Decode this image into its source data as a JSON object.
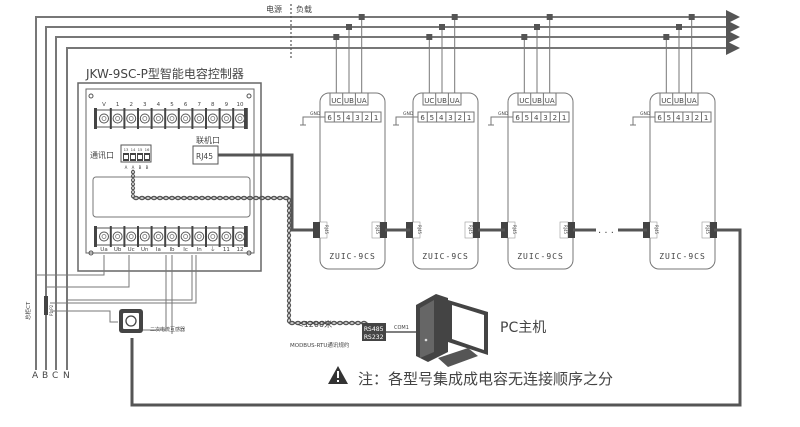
{
  "header": {
    "source_label": "电源",
    "load_label": "负载"
  },
  "controller": {
    "title": "JKW-9SC-P型智能电容控制器",
    "top_terminals": [
      "V",
      "1",
      "2",
      "3",
      "4",
      "5",
      "6",
      "7",
      "8",
      "9",
      "10"
    ],
    "bottom_terminals": [
      "Ua",
      "Ub",
      "Uc",
      "Un",
      "Ia",
      "Ib",
      "Ic",
      "In",
      "⏚",
      "11",
      "12"
    ],
    "comm_port_label": "通讯口",
    "comm_pins": [
      "13",
      "14",
      "15",
      "16"
    ],
    "comm_pin_letters": [
      "A",
      "A",
      "B",
      "B"
    ],
    "link_port_label": "联机口",
    "rj45_label": "RJ45"
  },
  "modules": [
    {
      "name": "ZUIC-9CS",
      "phase_labels": [
        "UC",
        "UB",
        "UA"
      ],
      "pins": [
        "6",
        "5",
        "4",
        "3",
        "2",
        "1"
      ],
      "gnd": "GND",
      "rj45_left": "RJ45",
      "rj45_right": "RJ45"
    },
    {
      "name": "ZUIC-9CS",
      "phase_labels": [
        "UC",
        "UB",
        "UA"
      ],
      "pins": [
        "6",
        "5",
        "4",
        "3",
        "2",
        "1"
      ],
      "gnd": "GND",
      "rj45_left": "RJ45",
      "rj45_right": "RJ45"
    },
    {
      "name": "ZUIC-9CS",
      "phase_labels": [
        "UC",
        "UB",
        "UA"
      ],
      "pins": [
        "6",
        "5",
        "4",
        "3",
        "2",
        "1"
      ],
      "gnd": "GND",
      "rj45_left": "RJ45",
      "rj45_right": "RJ45"
    },
    {
      "name": "ZUIC-9CS",
      "phase_labels": [
        "UC",
        "UB",
        "UA"
      ],
      "pins": [
        "6",
        "5",
        "4",
        "3",
        "2",
        "1"
      ],
      "gnd": "GND",
      "rj45_left": "RJ45",
      "rj45_right": "RJ45"
    }
  ],
  "ellipsis": "· · ·",
  "phases": [
    "A",
    "B",
    "C",
    "N"
  ],
  "main_ct_label": "总柜CT",
  "ct_pins": "P1 P2",
  "secondary_ct_label": "二次电流互感器",
  "comm": {
    "distance": "<1200米",
    "protocol": "MODBUS-RTU通讯规约",
    "converter_top": "RS485",
    "converter_bottom": "RS232",
    "com_port": "COM1"
  },
  "pc_label": "PC主机",
  "note": "注：各型号集成成电容无连接顺序之分",
  "colors": {
    "line": "#777777",
    "dark": "#444444",
    "node": "#555555"
  }
}
